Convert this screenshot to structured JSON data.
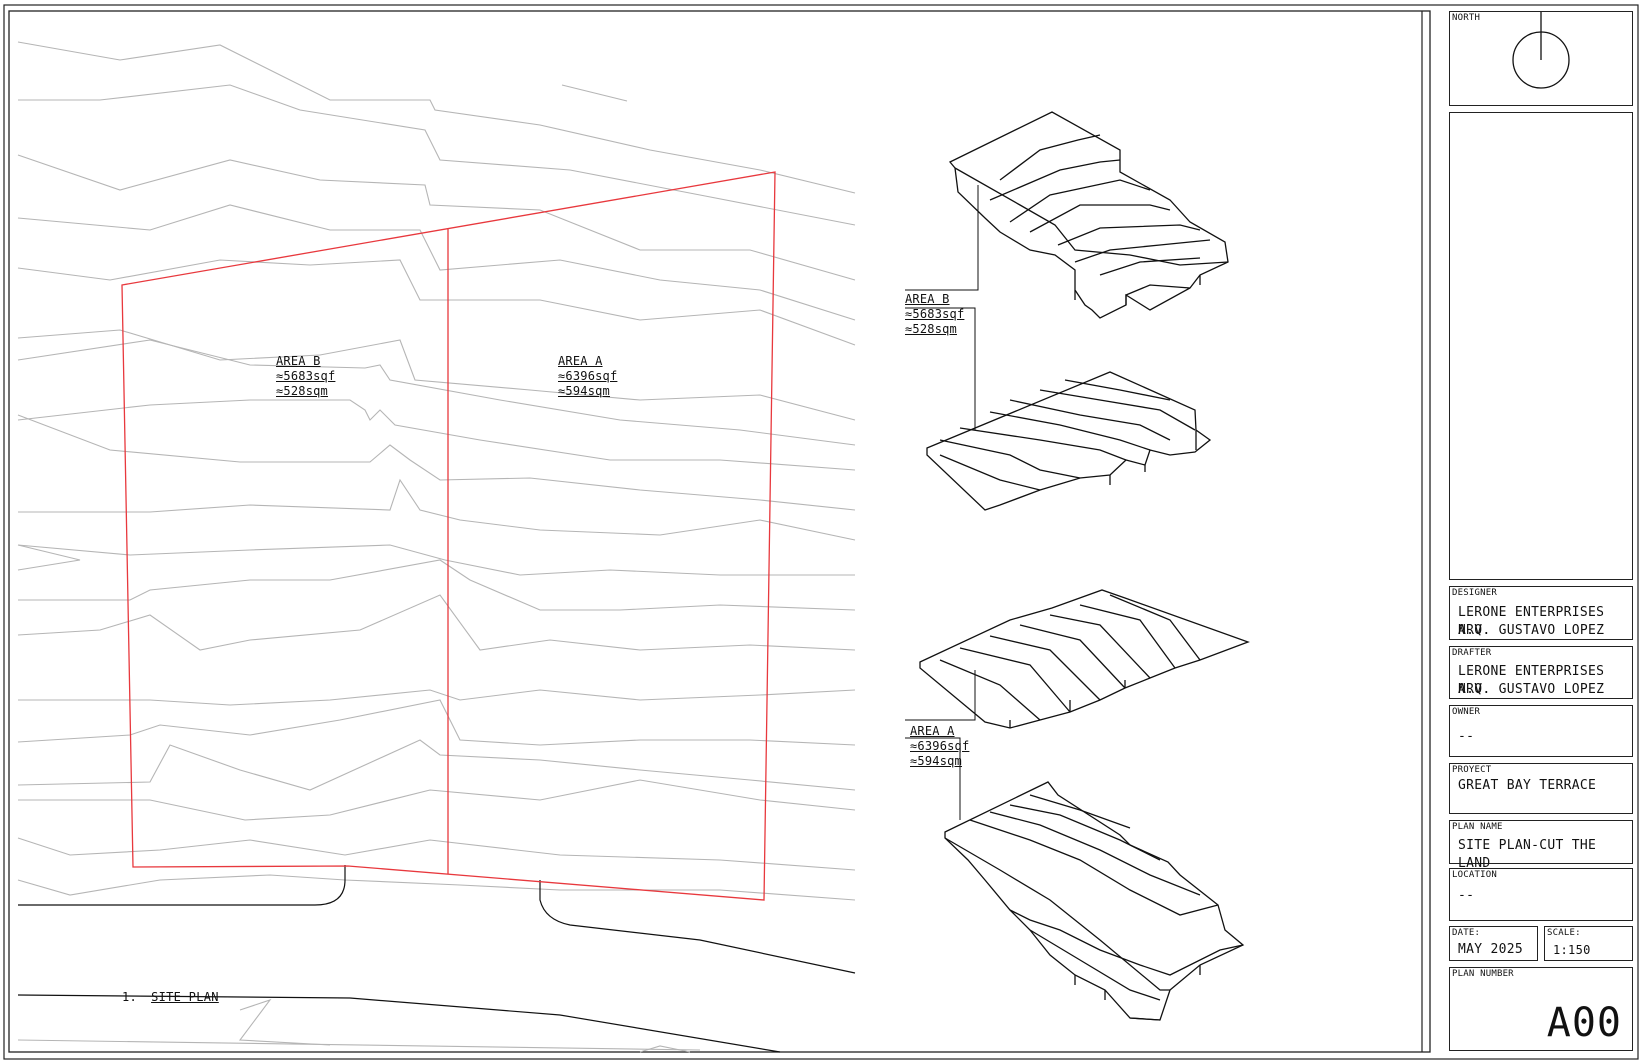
{
  "plan": {
    "area_b": {
      "name": "AREA B",
      "sqf": "≈5683sqf",
      "sqm": "≈528sqm"
    },
    "area_a": {
      "name": "AREA A",
      "sqf": "≈6396sqf",
      "sqm": "≈594sqm"
    },
    "drawing_ref": {
      "number": "1.",
      "title": "SITE PLAN"
    }
  },
  "title_block": {
    "north_label": "NORTH",
    "designer": {
      "label": "DESIGNER",
      "line1": "LERONE ENTERPRISES N.V.",
      "line2": "ARQ. GUSTAVO LOPEZ"
    },
    "drafter": {
      "label": "DRAFTER",
      "line1": "LERONE ENTERPRISES N.V.",
      "line2": "ARQ. GUSTAVO LOPEZ"
    },
    "owner": {
      "label": "OWNER",
      "value": "--"
    },
    "project": {
      "label": "PROYECT",
      "value": "GREAT BAY TERRACE"
    },
    "plan_name": {
      "label": "PLAN NAME",
      "value": "SITE PLAN-CUT THE LAND"
    },
    "location": {
      "label": "LOCATION",
      "value": "--"
    },
    "date": {
      "label": "DATE:",
      "value": "MAY 2025"
    },
    "scale": {
      "label": "SCALE:",
      "value": "1:150"
    },
    "plan_number": {
      "label": "PLAN NUMBER",
      "value": "A00"
    }
  },
  "colors": {
    "boundary": "#e8383d",
    "contour": "#b5b5b5",
    "ink": "#111111"
  }
}
